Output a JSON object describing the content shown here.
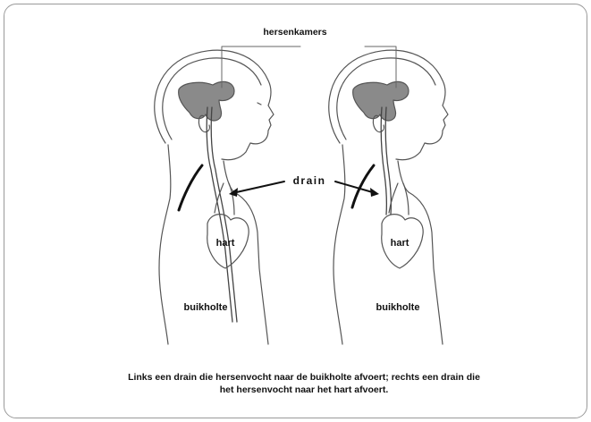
{
  "labels": {
    "ventricles": "hersenkamers",
    "drain": "drain",
    "heart_left": "hart",
    "heart_right": "hart",
    "abdomen_left": "buikholte",
    "abdomen_right": "buikholte"
  },
  "caption": {
    "line1": "Links een drain die hersenvocht naar de buikholte afvoert; rechts een drain die",
    "line2": "het hersenvocht naar het hart afvoert."
  },
  "colors": {
    "line": "#333333",
    "ventricle_fill": "#8a8a8a",
    "frame": "#9a9a9a"
  }
}
